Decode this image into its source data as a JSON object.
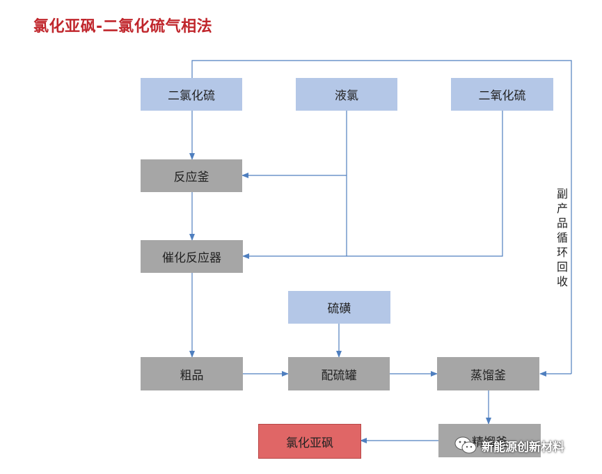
{
  "title": "氯化亚砜-二氯化硫气相法",
  "nodes": {
    "scl2": "二氯化硫",
    "cl2": "液氯",
    "so2": "二氧化硫",
    "reactor_kettle": "反应釜",
    "catalytic_reactor": "催化反应器",
    "sulfur": "硫磺",
    "crude": "粗品",
    "sulfur_mix_tank": "配硫罐",
    "distill_kettle": "蒸馏釜",
    "rectify_kettle": "精馏釜",
    "product": "氯化亚砜"
  },
  "side_label": "副产品循环回收",
  "watermark": "新能源创新材料",
  "colors": {
    "input_blue": "#b4c7e7",
    "process_gray": "#a6a6a6",
    "product_red": "#e06666",
    "arrow": "#4f7fbf",
    "title_red": "#c0262c"
  }
}
